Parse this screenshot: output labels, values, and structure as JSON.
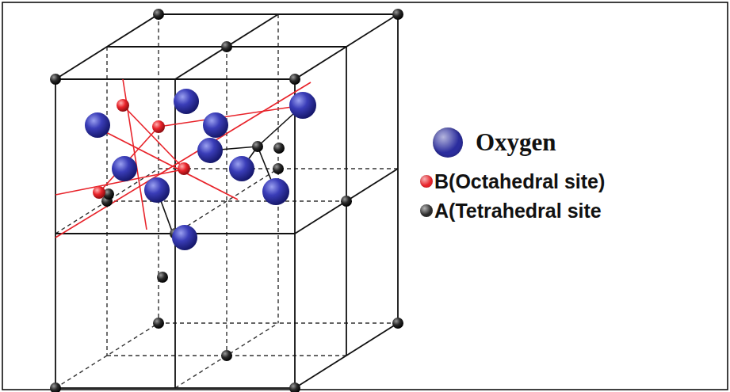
{
  "diagram": {
    "legend": [
      {
        "text": "Oxygen",
        "color": "#2b2d9e"
      },
      {
        "text": "B(Octahedral site)",
        "color": "#e8232a"
      },
      {
        "text": "A(Tetrahedral site",
        "color": "#2a2a2a"
      }
    ]
  }
}
